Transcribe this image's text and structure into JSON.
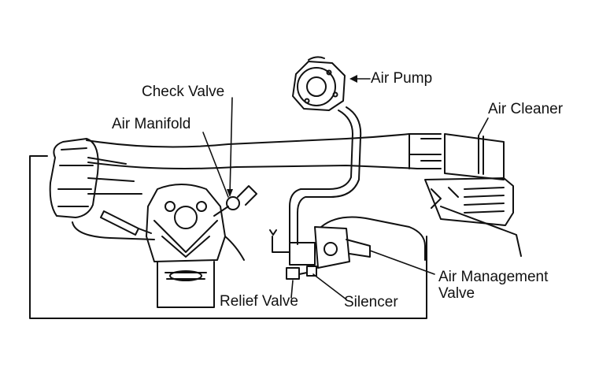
{
  "labels": {
    "air_pump": "Air Pump",
    "check_valve": "Check Valve",
    "air_cleaner": "Air Cleaner",
    "air_manifold": "Air Manifold",
    "air_management_valve_line1": "Air Management",
    "air_management_valve_line2": "Valve",
    "relief_valve": "Relief Valve",
    "silencer": "Silencer"
  },
  "colors": {
    "ink": "#111111",
    "background": "#ffffff"
  }
}
